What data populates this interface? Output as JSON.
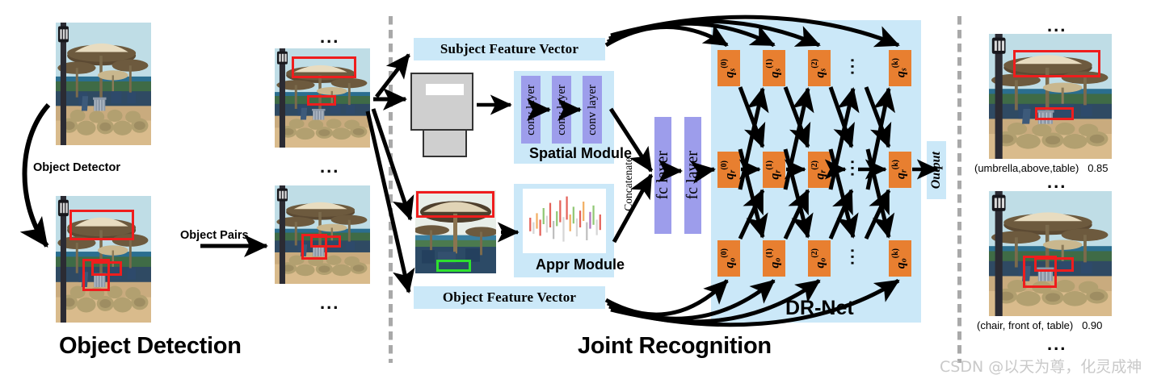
{
  "stages": {
    "left_title": "Object Detection",
    "middle_title": "Joint Recognition"
  },
  "left": {
    "detector_label": "Object Detector",
    "pairs_label": "Object Pairs",
    "ellipsis": "..."
  },
  "middle": {
    "subject_feature_vector": "Subject Feature Vector",
    "object_feature_vector": "Object Feature Vector",
    "spatial_module": "Spatial Module",
    "appr_module": "Appr Module",
    "conv_layer": "conv layer",
    "fc_layer": "fc layer",
    "concatenate": "Concatenate",
    "conv_layers": [
      "conv layer",
      "conv layer",
      "conv layer"
    ],
    "fc_layers": [
      "fc layer",
      "fc layer"
    ]
  },
  "drnet": {
    "title": "DR-Net",
    "output_label": "Output",
    "superscripts": [
      "(0)",
      "(1)",
      "(2)",
      "(k)"
    ],
    "rows": [
      {
        "sub": "s",
        "nodes": [
          "(0)",
          "(1)",
          "(2)",
          "(k)"
        ]
      },
      {
        "sub": "r",
        "nodes": [
          "(0)",
          "(1)",
          "(2)",
          "(k)"
        ]
      },
      {
        "sub": "o",
        "nodes": [
          "(0)",
          "(1)",
          "(2)",
          "(k)"
        ]
      }
    ],
    "vdots": "⋮"
  },
  "output": {
    "ellipsis": "...",
    "results": [
      {
        "triplet": "(umbrella,above,table)",
        "score": "0.85"
      },
      {
        "triplet": "(chair, front of, table)",
        "score": "0.90"
      }
    ]
  },
  "watermark": "CSDN @以天为尊，化灵成神",
  "colors": {
    "node_orange": "#e87f30",
    "panel_blue": "#cbe8f8",
    "layer_purple": "#9d9deb",
    "bbox_red": "#ef1d1d",
    "bbox_green": "#2ee02e",
    "divider_gray": "#a9a9a9"
  }
}
